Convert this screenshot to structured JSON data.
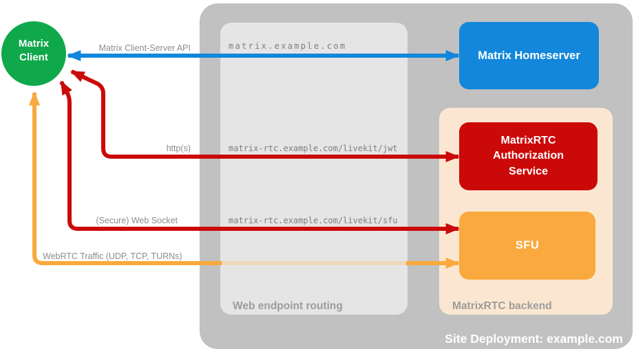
{
  "client": {
    "label": "Matrix Client"
  },
  "deployment": {
    "label": "Site Deployment: example.com"
  },
  "routing_panel": {
    "label": "Web endpoint routing",
    "urls": {
      "homeserver": "matrix.example.com",
      "jwt": "matrix-rtc.example.com/livekit/jwt",
      "sfu": "matrix-rtc.example.com/livekit/sfu"
    }
  },
  "backend_panel": {
    "label": "MatrixRTC backend"
  },
  "nodes": {
    "homeserver": {
      "label": "Matrix Homeserver"
    },
    "auth_service": {
      "label": "MatrixRTC Authorization Service"
    },
    "sfu": {
      "label": "SFU"
    }
  },
  "connections": {
    "client_server_api": {
      "label": "Matrix Client-Server API",
      "color": "#1287db"
    },
    "https": {
      "label": "http(s)",
      "color": "#cb0909"
    },
    "websocket": {
      "label": "(Secure) Web Socket",
      "color": "#cb0909"
    },
    "webrtc": {
      "label": "WebRTC Traffic (UDP, TCP, TURNs)",
      "color": "#f9a93d"
    }
  },
  "colors": {
    "client_green": "#0fa84b",
    "homeserver_blue": "#1287db",
    "auth_red": "#cb0909",
    "sfu_orange": "#f9a93d",
    "backend_peach": "#fbe7d1",
    "deployment_gray": "#c1c1c1",
    "routing_gray": "#e5e5e5",
    "label_gray": "#8c8c8c"
  }
}
